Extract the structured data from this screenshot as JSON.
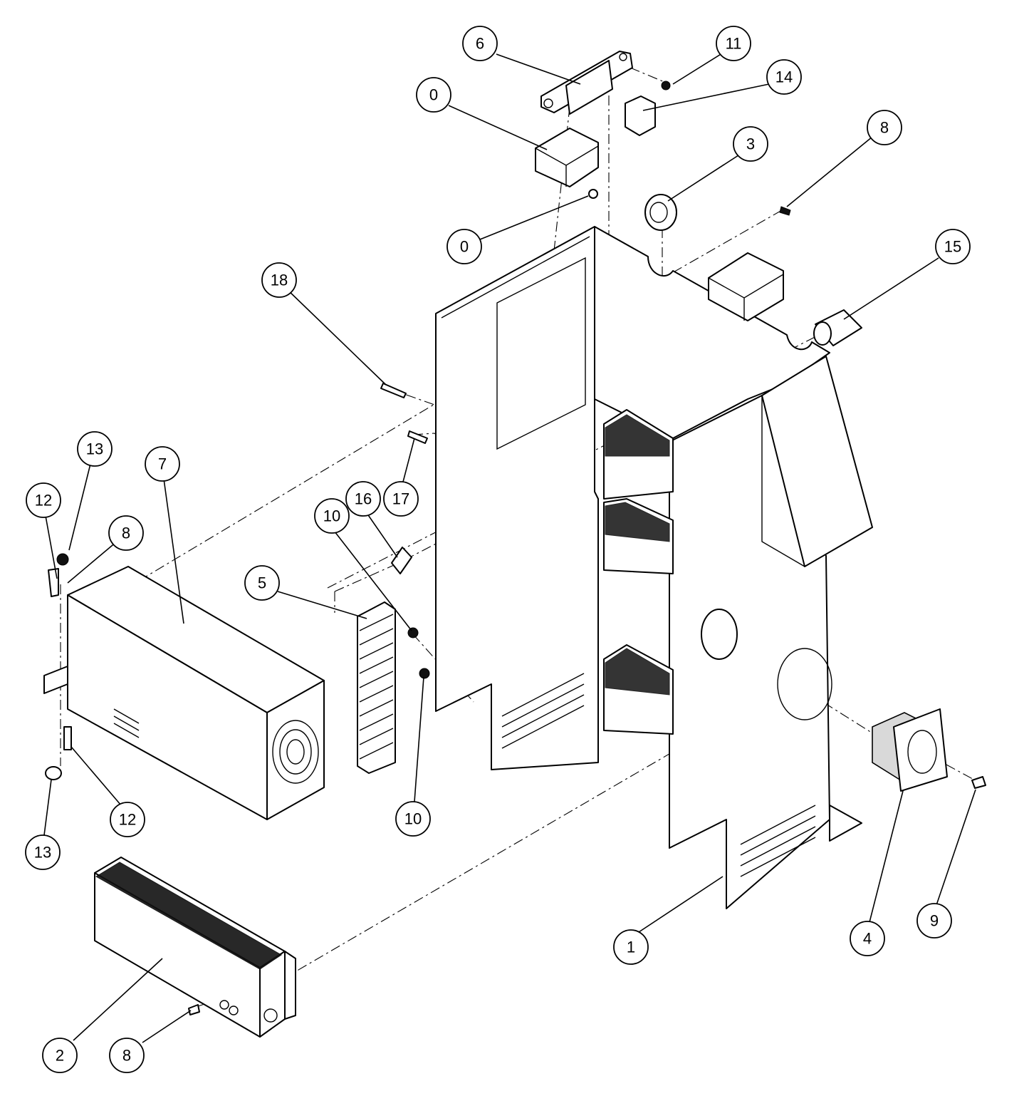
{
  "callouts": [
    {
      "id": "c6a",
      "label": "6"
    },
    {
      "id": "c11",
      "label": "11"
    },
    {
      "id": "c14",
      "label": "14"
    },
    {
      "id": "c0a",
      "label": "0"
    },
    {
      "id": "c8a",
      "label": "8"
    },
    {
      "id": "c3",
      "label": "3"
    },
    {
      "id": "c0b",
      "label": "0"
    },
    {
      "id": "c15",
      "label": "15"
    },
    {
      "id": "c18",
      "label": "18"
    },
    {
      "id": "c13a",
      "label": "13"
    },
    {
      "id": "c7",
      "label": "7"
    },
    {
      "id": "c12a",
      "label": "12"
    },
    {
      "id": "c8b",
      "label": "8"
    },
    {
      "id": "c10a",
      "label": "10"
    },
    {
      "id": "c16",
      "label": "16"
    },
    {
      "id": "c17",
      "label": "17"
    },
    {
      "id": "c5",
      "label": "5"
    },
    {
      "id": "c12b",
      "label": "12"
    },
    {
      "id": "c10b",
      "label": "10"
    },
    {
      "id": "c13b",
      "label": "13"
    },
    {
      "id": "c4",
      "label": "4"
    },
    {
      "id": "c9",
      "label": "9"
    },
    {
      "id": "c1",
      "label": "1"
    },
    {
      "id": "c2",
      "label": "2"
    },
    {
      "id": "c8c",
      "label": "8"
    }
  ]
}
